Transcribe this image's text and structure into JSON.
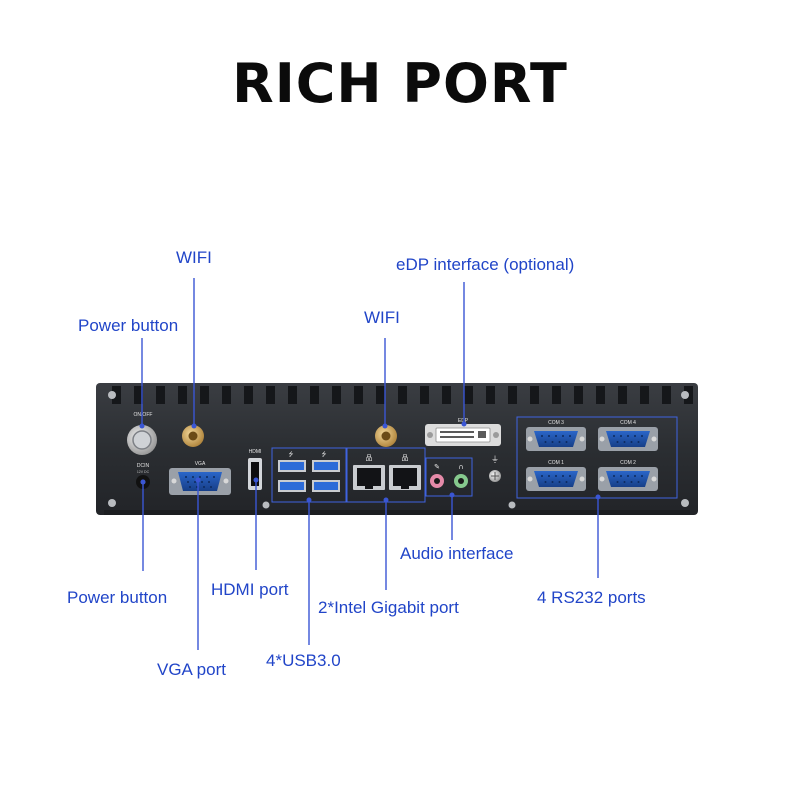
{
  "title": "RICH PORT",
  "callouts": {
    "wifi_left": "WIFI",
    "power_top": "Power button",
    "wifi_mid": "WIFI",
    "edp": "eDP interface (optional)",
    "audio": "Audio interface",
    "power_bottom": "Power button",
    "hdmi": "HDMI port",
    "lan": "2*Intel Gigabit port",
    "rs232": "4 RS232 ports",
    "vga": "VGA port",
    "usb": "4*USB3.0"
  },
  "panel_labels": {
    "onoff": "ON/OFF",
    "dcin": "DCIN",
    "dcin_sub": "12V DC",
    "vga": "VGA",
    "hdmi": "HDMI",
    "edp": "EDP",
    "com1": "COM 1",
    "com2": "COM 2",
    "com3": "COM 3",
    "com4": "COM 4"
  },
  "colors": {
    "callout_text": "#2145c8",
    "callout_line": "#3a56d4",
    "usb_blue": "#2c6bd8",
    "chassis": "#2a2d31"
  }
}
